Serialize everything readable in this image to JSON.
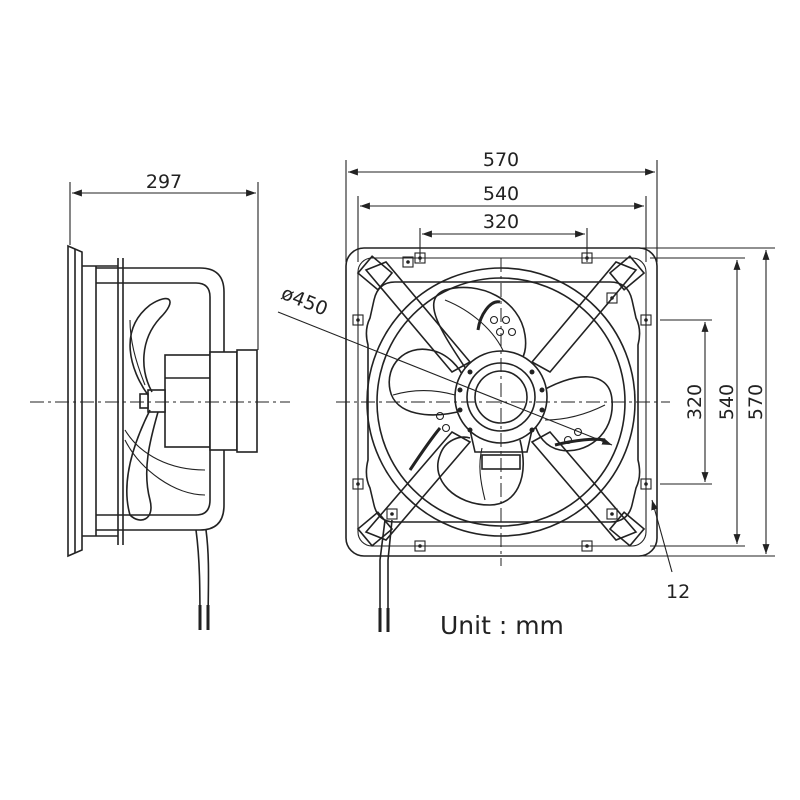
{
  "diagram": {
    "side_view": {
      "depth_label": "297"
    },
    "front_view": {
      "overall_width_label": "570",
      "mount_width_label": "540",
      "bracket_width_label": "320",
      "blade_diameter_label": "ø450",
      "bracket_height_label": "320",
      "mount_height_label": "540",
      "overall_height_label": "570",
      "hole_label": "12"
    },
    "unit_note": "Unit : mm"
  }
}
